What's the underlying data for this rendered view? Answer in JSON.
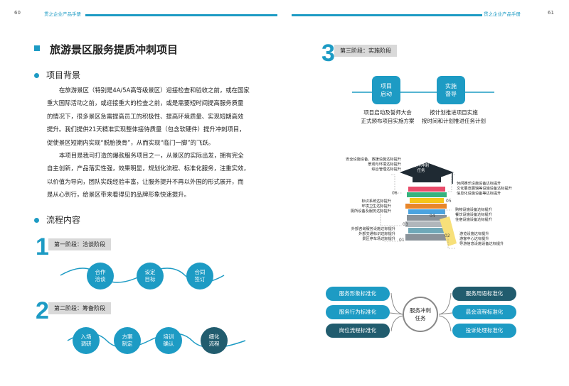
{
  "header": {
    "left_page_num": "60",
    "left_title": "贯之企业产品手册",
    "right_title": "贯之企业产品手册",
    "right_page_num": "61"
  },
  "title": "旅游景区服务提质冲刺项目",
  "sections": {
    "background": "项目背景",
    "process": "流程内容"
  },
  "paragraphs": [
    {
      "lines": [
        "在旅游景区（特别是4A/5A高等级景区）迎接检查和验收之前，或在国家",
        "重大国际活动之前，或迎接重大的检查之前，或是需要短时间提高服务质量",
        "的情况下，很多景区急需提高员工的积极性、提高环境质量、实现短期高效",
        "提升。我们提供21天精准实现整体接待质量（包含软硬件）提升冲刺项目，",
        "促使景区短期内实现“脱胎换骨”，从而实现“临门一脚”的飞跃。"
      ]
    },
    {
      "lines": [
        "本项目是我司打造的爆款服务项目之一，从景区的实际出发，拥有完全",
        "自主创新，产品落实性强，效果明显，规划化流程、标准化服务，注重实效，",
        "以价值为导向，团队实践经验丰富，让服务提升不再以外围的形式展开，而",
        "是从心到行，给景区带来看得见的品牌形象快速提升。"
      ]
    }
  ],
  "stage1": {
    "num": "1",
    "label": "第一阶段：洽谈阶段",
    "steps": [
      "合作\n洽谈",
      "设定\n目标",
      "合同\n签订"
    ]
  },
  "stage2": {
    "num": "2",
    "label": "第二阶段：筹备阶段",
    "steps": [
      "入场\n调研",
      "方案\n制定",
      "培训\n确认",
      "细化\n流程"
    ]
  },
  "stage3": {
    "num": "3",
    "label": "第三阶段：实施阶段",
    "boxes": [
      "项目\n启动",
      "实施\n督导"
    ],
    "captions": [
      "项目启动及誓师大会\n正式颁布项目实施方案",
      "按计划推进项目实施\n按时间和计划推进任务计划"
    ]
  },
  "hardware": {
    "cap_label": "硬件冲刺\n任务",
    "left_top": [
      "安全设施设备、救援设施达标提升",
      "景观与环境达标提升",
      "综合管理达标提升"
    ],
    "left_mid": [
      "标识系统达标提升",
      "环境卫生达标提升",
      "厕所设备及服务达标提升"
    ],
    "left_bottom": [
      "外部咨询服务设施达标提升",
      "外部交通标识达标提升",
      "景区停车场达标提升"
    ],
    "right_top": [
      "休闲娱乐设施设备达标提升",
      "文化展览展馆等设施设备达标提升",
      "信息化设施设备等达标提升"
    ],
    "right_mid": [
      "购物设施设备达标提升",
      "餐饮设施设备达标提升",
      "住宿设施设备达标提升"
    ],
    "right_bottom": [
      "游览设施达标提升",
      "游客中心达标提升",
      "导游信息设施设备达标提升"
    ],
    "numbers": [
      "06",
      "05",
      "04",
      "03",
      "02",
      "01"
    ]
  },
  "service": {
    "center": "服务冲刺\n任务",
    "left": [
      "服务形象标准化",
      "服务行为标准化",
      "岗位流程标准化"
    ],
    "right": [
      "服务用语标准化",
      "晨会流程标准化",
      "投诉处理标准化"
    ]
  },
  "colors": {
    "accent": "#1d9bc4",
    "dark": "#215c6e",
    "book_colors": [
      "#e94b6a",
      "#36b37e",
      "#f5c518",
      "#e8862a",
      "#4aa3df",
      "#8a9299",
      "#b0b6bb",
      "#6fa8b8"
    ]
  }
}
